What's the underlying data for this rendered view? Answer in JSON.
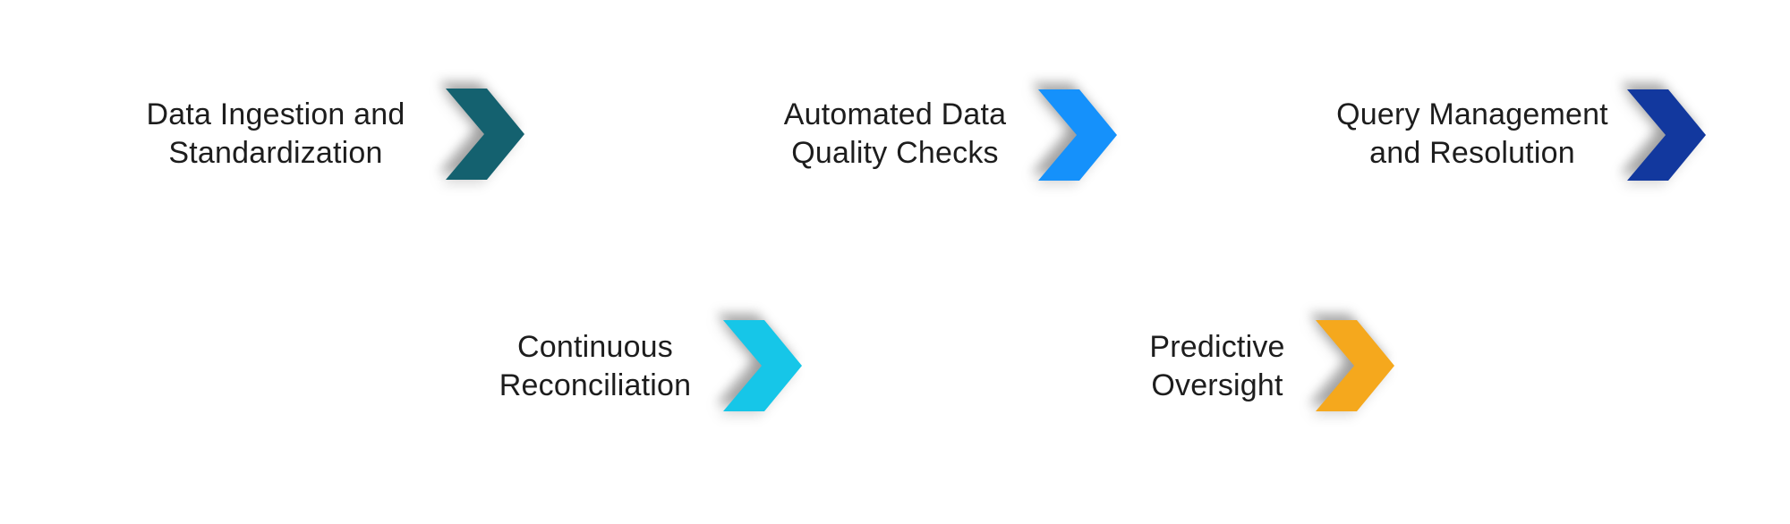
{
  "diagram": {
    "type": "process-chevron-infographic",
    "background": "#ffffff",
    "text_color": "#1d1d1d",
    "steps": [
      {
        "label": "Data Ingestion and Standardization",
        "line1": "Data Ingestion and",
        "line2": "Standardization",
        "color": "#14616F",
        "icon": "chevron-right"
      },
      {
        "label": "Automated Data Quality Checks",
        "line1": "Automated Data",
        "line2": "Quality Checks",
        "color": "#1591FB",
        "icon": "chevron-right"
      },
      {
        "label": "Query Management and Resolution",
        "line1": "Query Management",
        "line2": "and Resolution",
        "color": "#12389E",
        "icon": "chevron-right"
      },
      {
        "label": "Continuous Reconciliation",
        "line1": "Continuous",
        "line2": "Reconciliation",
        "color": "#16C6E8",
        "icon": "chevron-right"
      },
      {
        "label": "Predictive Oversight",
        "line1": "Predictive",
        "line2": "Oversight",
        "color": "#F5A81D",
        "icon": "chevron-right"
      }
    ]
  }
}
